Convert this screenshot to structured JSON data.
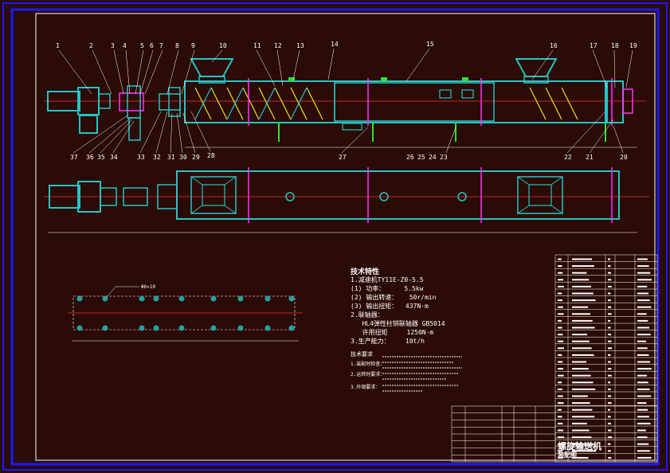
{
  "drawing": {
    "part_numbers_top": [
      "1",
      "2",
      "3",
      "4",
      "5",
      "6",
      "7",
      "8",
      "9",
      "10",
      "11",
      "12",
      "13",
      "14",
      "15",
      "16",
      "17",
      "18",
      "19"
    ],
    "part_numbers_bottom": [
      "37",
      "36",
      "35",
      "34",
      "33",
      "32",
      "31",
      "30",
      "29",
      "28",
      "27",
      "26",
      "25",
      "24",
      "23",
      "22",
      "21",
      "20"
    ],
    "tech_title": "技术特性",
    "spec_lines": [
      "1.减速机TY11E-Z0-5.5",
      "(1) 功率：     5.5kw",
      "(2) 输出转速：   50r/min",
      "(3) 输出扭矩：  437N·m",
      "2.联轴器：",
      "   HL4弹性柱销联轴器 GB5014",
      "   许用扭矩     1250N·m",
      "3.生产能力：    10t/h"
    ],
    "req_title": "技术要求",
    "req_lines": [
      "1.装配时检查：",
      "2.运转时要求：",
      "3.外观要求："
    ],
    "small_label": "Φ6×10",
    "title_block": {
      "name": "螺旋输送机",
      "sub": "装配图"
    }
  },
  "colors": {
    "border": "#1a1aff",
    "background": "#2a0b05",
    "machine": "#26c4c4",
    "centerline": "#ff3030",
    "magenta": "#ff30ff",
    "green": "#30e030",
    "yellow": "#e8e820",
    "white": "#ffffff"
  }
}
